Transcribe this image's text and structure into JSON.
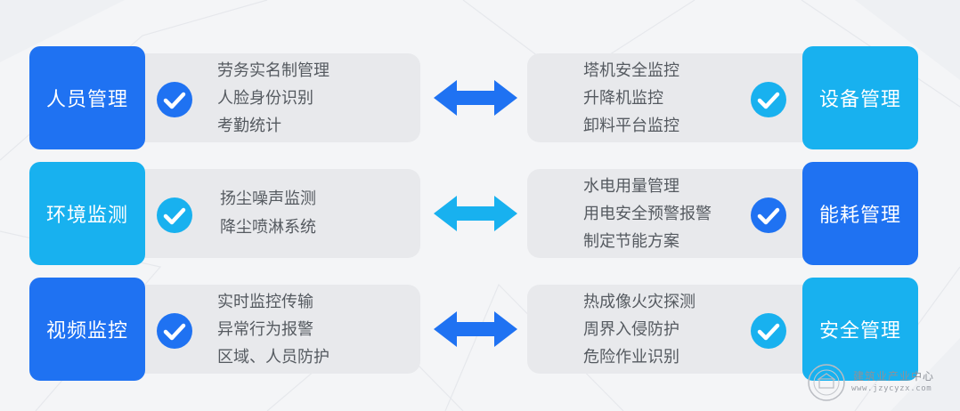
{
  "rows": [
    {
      "left": {
        "title": "人员管理",
        "items": [
          "劳务实名制管理",
          "人脸身份识别",
          "考勤统计"
        ]
      },
      "right": {
        "title": "设备管理",
        "items": [
          "塔机安全监控",
          "升降机监控",
          "卸料平台监控"
        ]
      }
    },
    {
      "left": {
        "title": "环境监测",
        "items": [
          "扬尘噪声监测",
          "降尘喷淋系统"
        ]
      },
      "right": {
        "title": "能耗管理",
        "items": [
          "水电用量管理",
          "用电安全预警报警",
          "制定节能方案"
        ]
      }
    },
    {
      "left": {
        "title": "视频监控",
        "items": [
          "实时监控传输",
          "异常行为报警",
          "区域、人员防护"
        ]
      },
      "right": {
        "title": "安全管理",
        "items": [
          "热成像火灾探测",
          "周界入侵防护",
          "危险作业识别"
        ]
      }
    }
  ],
  "watermark": {
    "title": "建筑业产业中心",
    "url": "www.jzycyzx.com"
  },
  "colors": {
    "blue": "#1f72f2",
    "cyan": "#18b1ef",
    "panel": "#e8e9ec",
    "text": "#555a60"
  },
  "icons": {
    "check": "check-circle-icon",
    "arrow": "double-arrow-icon",
    "logo": "seal-logo-icon"
  }
}
